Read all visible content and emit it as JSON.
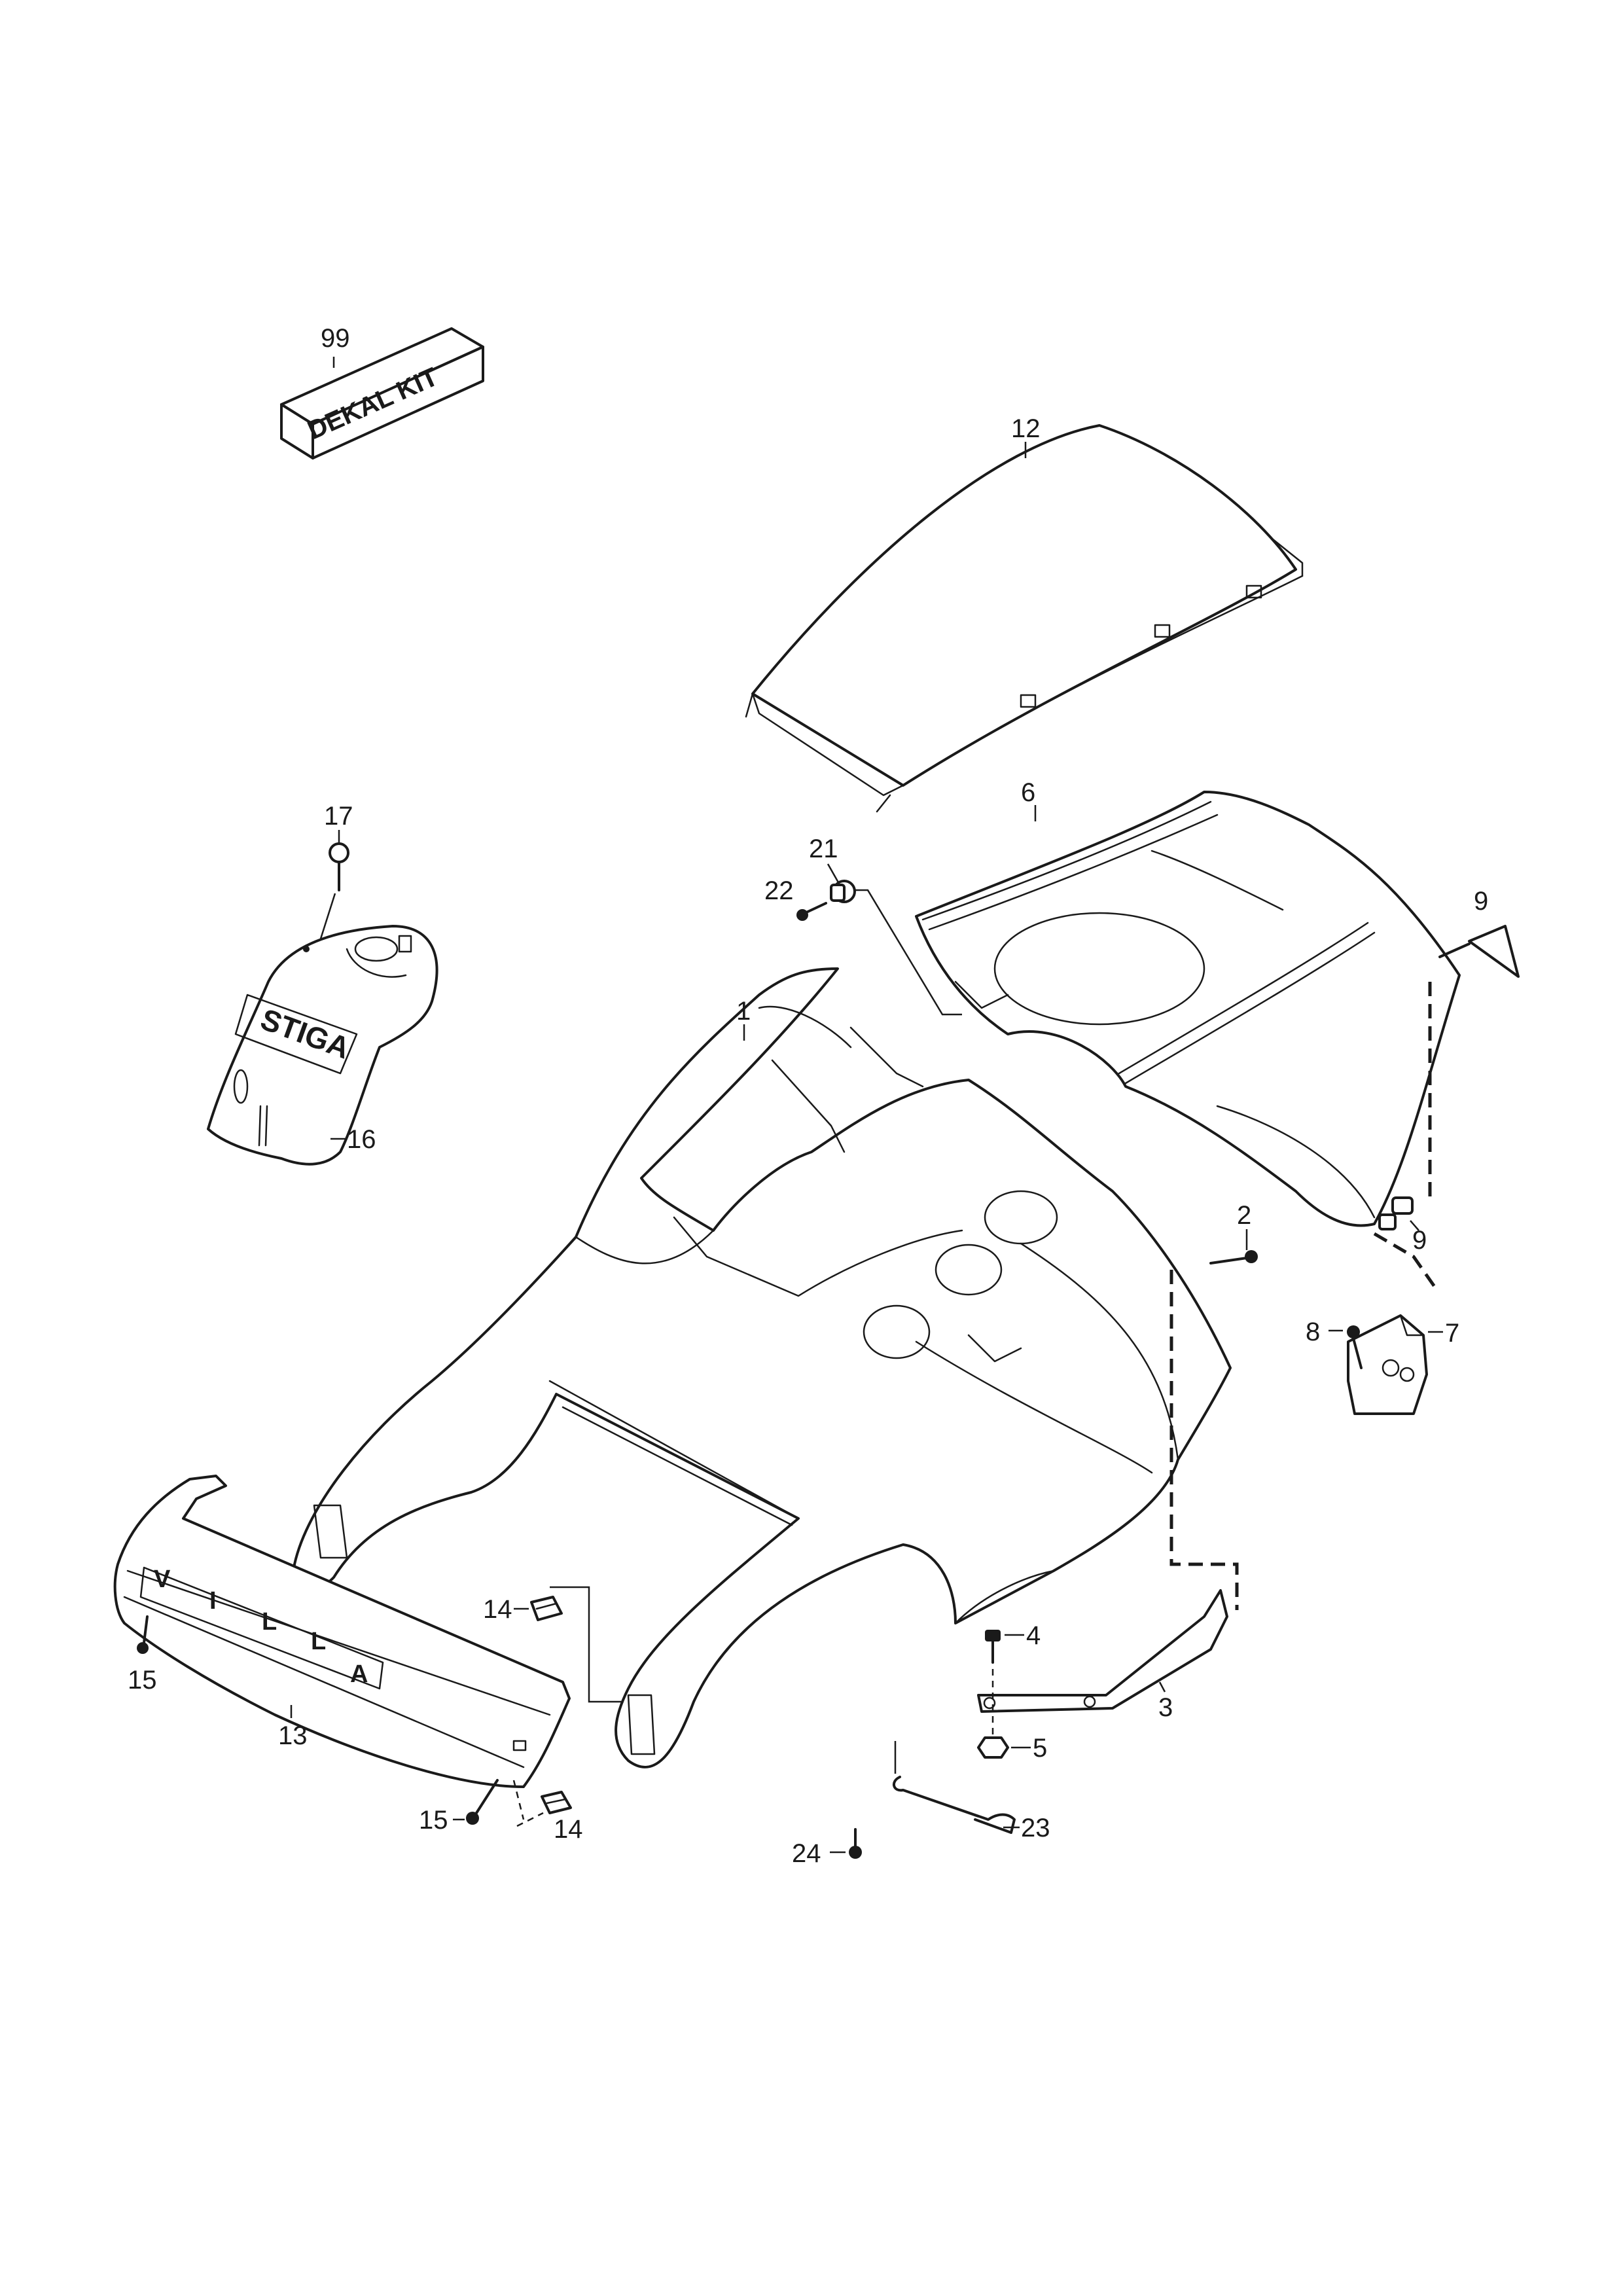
{
  "kit_box_text": "DEKAL KIT",
  "callouts": {
    "c1": "1",
    "c2": "2",
    "c3": "3",
    "c4": "4",
    "c5": "5",
    "c6": "6",
    "c7": "7",
    "c8": "8",
    "c9a": "9",
    "c9b": "9",
    "c12": "12",
    "c13": "13",
    "c14a": "14",
    "c14b": "14",
    "c15a": "15",
    "c15b": "15",
    "c16": "16",
    "c17": "17",
    "c21": "21",
    "c22": "22",
    "c23": "23",
    "c24": "24",
    "c99": "99"
  },
  "embossed": {
    "logo": "STIGA",
    "bumper": [
      "V",
      "I",
      "L",
      "L",
      "A"
    ]
  }
}
